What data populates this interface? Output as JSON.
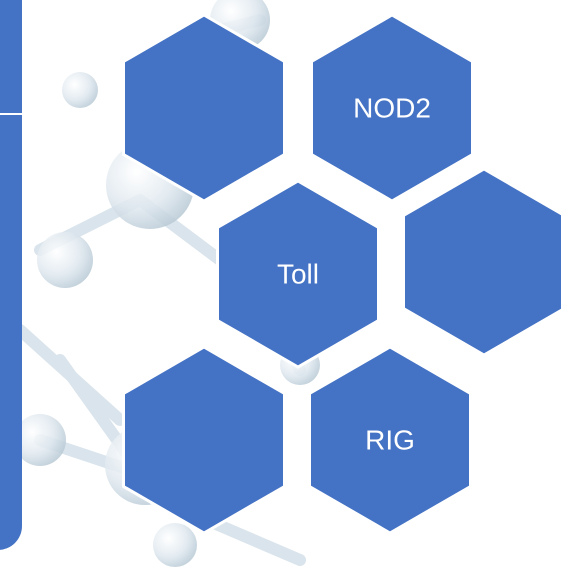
{
  "colors": {
    "hex_fill": "#4472c4",
    "hex_stroke": "#ffffff",
    "label": "#ffffff",
    "side_panel": "#4472c4",
    "molecule_background": "#e6eef4"
  },
  "hexagons": [
    {
      "label": ""
    },
    {
      "label": "NOD2"
    },
    {
      "label": "Toll"
    },
    {
      "label": ""
    },
    {
      "label": ""
    },
    {
      "label": "RIG"
    }
  ]
}
